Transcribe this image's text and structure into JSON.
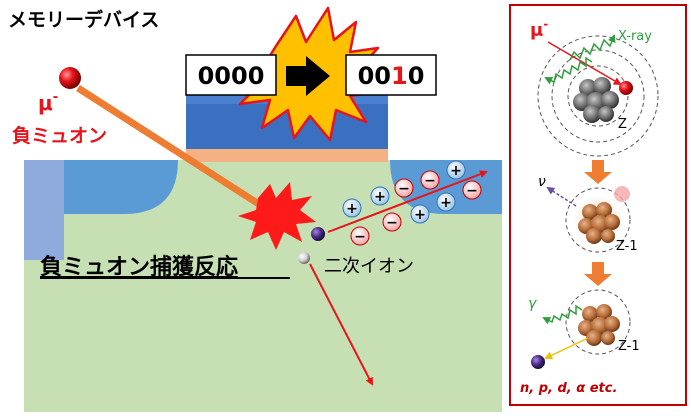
{
  "title": "メモリーデバイス",
  "muon": {
    "symbol": "μ",
    "charge": "-",
    "label": "負ミュオン"
  },
  "memory": {
    "before": "0000",
    "after_prefix": "00",
    "after_flipped": "1",
    "after_suffix": "0"
  },
  "capture_label": "負ミュオン捕獲反応",
  "secondary_ion_label": "二次イオン",
  "ions": {
    "plus": "+",
    "minus": "−"
  },
  "panel": {
    "muon_symbol": "μ",
    "muon_charge": "-",
    "xray_label": "X-ray",
    "z_label": "Z",
    "nu_label": "ν",
    "z1_label_a": "Z-1",
    "gamma_label": "γ",
    "z1_label_b": "Z-1",
    "emission_label": "n, p, d, α etc."
  },
  "colors": {
    "red": "#e8141c",
    "orange": "#ee7d31",
    "blue_dark": "#3b6fbf",
    "blue_mid": "#5b9bd5",
    "green_light": "#c6e0b4",
    "burst_yellow": "#ffc000"
  }
}
